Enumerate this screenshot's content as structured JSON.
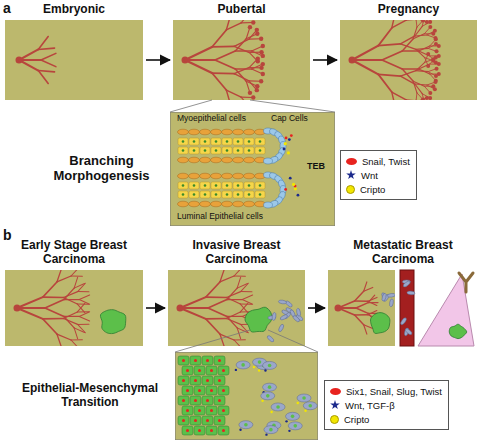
{
  "diagram": {
    "nodes": [
      {
        "text": [
          "Embryonic"
        ]
      },
      {
        "text": [
          "Pubertal"
        ]
      },
      {
        "text": [
          "Pregnancy"
        ]
      },
      {
        "text": [
          "Branching Morphogenesis"
        ]
      },
      {
        "text": [
          "Early Stage Breast Carcinoma"
        ]
      },
      {
        "text": [
          "Invasive Breast Carcinoma"
        ]
      },
      {
        "text": [
          "Metastatic Breast Carcinoma"
        ]
      },
      {
        "text": [
          "Epithelial-Mesenchymal Transition"
        ]
      }
    ],
    "edges": [
      {
        "from": 0,
        "to": 1,
        "arrow": "to"
      },
      {
        "from": 1,
        "to": 2,
        "arrow": "to"
      },
      {
        "from": 4,
        "to": 5,
        "arrow": "to"
      },
      {
        "from": 5,
        "to": 6,
        "arrow": "to"
      }
    ],
    "labels": [
      "a",
      "Myoepithelial cells",
      "Cap Cells",
      "Luminal Epithelial cells",
      "TEB",
      "b"
    ],
    "legend": [
      {
        "text": "Snail, Twist",
        "color": "#e8231f"
      },
      {
        "text": "Wnt",
        "color": "#1c2a8c"
      },
      {
        "text": "Cripto",
        "color": "#f2e600"
      },
      {
        "text": "Six1, Snail, Slug, Twist",
        "color": "#e8231f"
      },
      {
        "text": "Wnt, TGF-β",
        "color": "#1c2a8c"
      },
      {
        "text": "Cripto",
        "color": "#f2e600"
      }
    ]
  }
}
